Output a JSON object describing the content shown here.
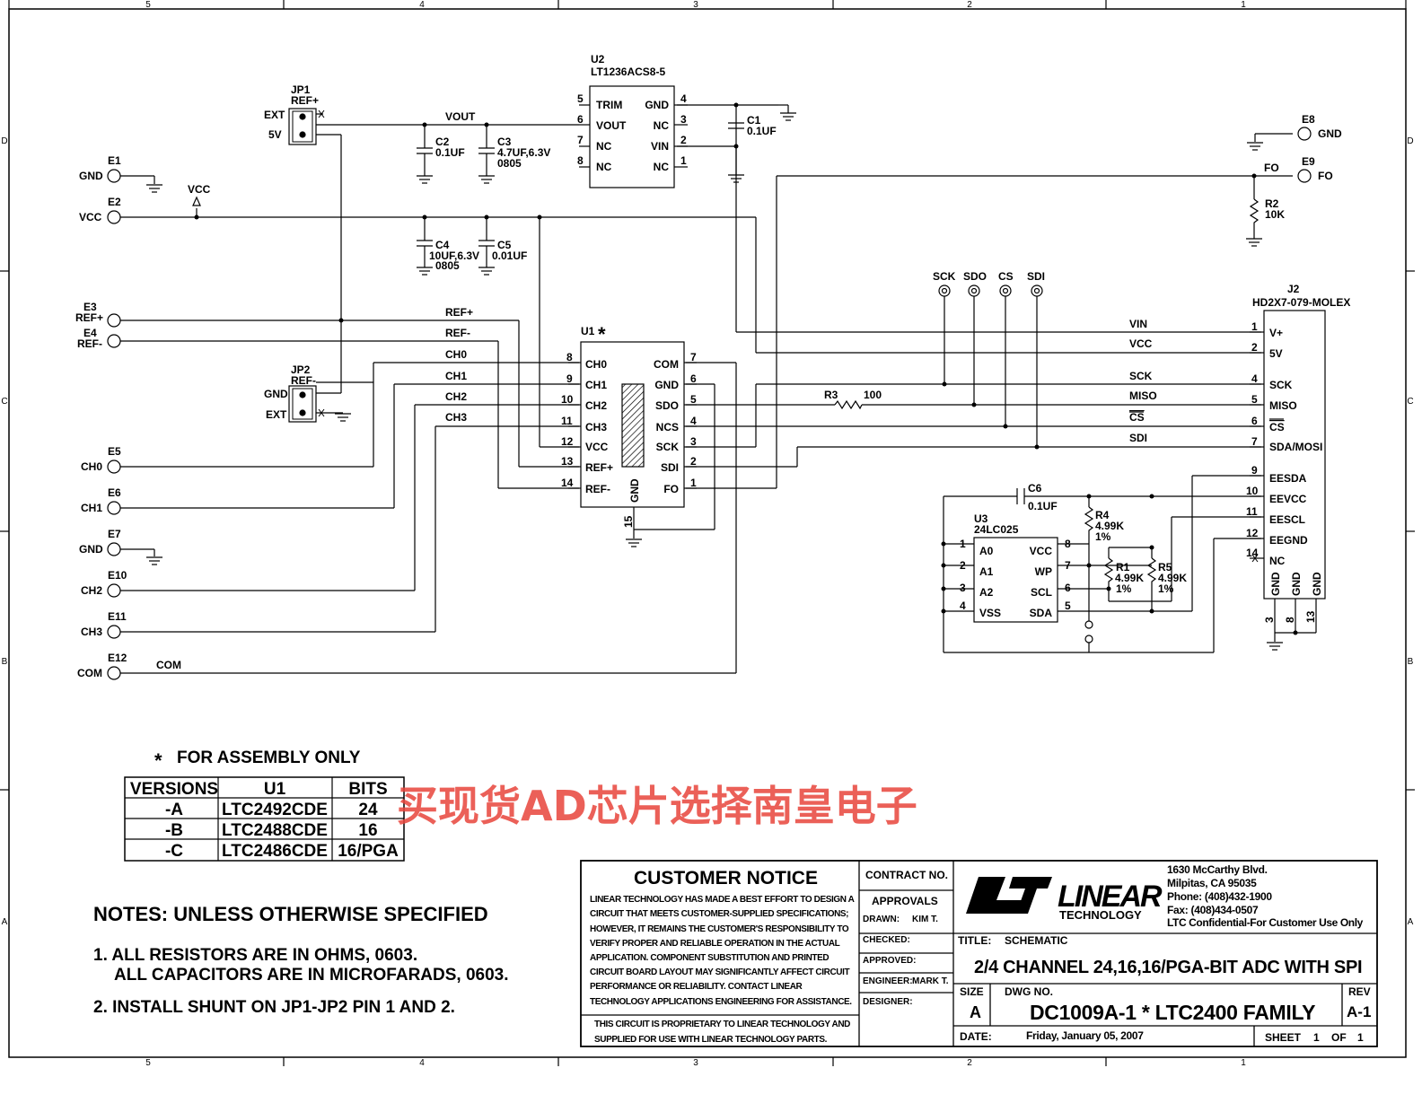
{
  "border": {
    "zones_top": [
      "5",
      "4",
      "3",
      "2",
      "1"
    ],
    "zones_side": [
      "D",
      "C",
      "B",
      "A"
    ]
  },
  "jumpers": {
    "jp1": {
      "ref": "JP1",
      "name": "REF+",
      "ext": "EXT",
      "v5": "5V"
    },
    "jp2": {
      "ref": "JP2",
      "name": "REF-",
      "gnd": "GND",
      "ext": "EXT"
    }
  },
  "terminals": [
    {
      "ref": "E1",
      "label": "GND"
    },
    {
      "ref": "E2",
      "label": "VCC"
    },
    {
      "ref": "E3",
      "label": "REF+"
    },
    {
      "ref": "E4",
      "label": "REF-"
    },
    {
      "ref": "E5",
      "label": "CH0"
    },
    {
      "ref": "E6",
      "label": "CH1"
    },
    {
      "ref": "E7",
      "label": "GND"
    },
    {
      "ref": "E10",
      "label": "CH2"
    },
    {
      "ref": "E11",
      "label": "CH3"
    },
    {
      "ref": "E12",
      "label": "COM"
    },
    {
      "ref": "E8",
      "label": "GND"
    },
    {
      "ref": "E9",
      "label": "FO"
    }
  ],
  "nets": {
    "vout": "VOUT",
    "vcc": "VCC",
    "refp": "REF+",
    "refm": "REF-",
    "ch0": "CH0",
    "ch1": "CH1",
    "ch2": "CH2",
    "ch3": "CH3",
    "com": "COM",
    "fo": "FO",
    "vin": "VIN",
    "sck": "SCK",
    "miso": "MISO",
    "cs": "CS",
    "sdi": "SDI",
    "sdo": "SDO"
  },
  "u2": {
    "ref": "U2",
    "part": "LT1236ACS8-5",
    "left": [
      {
        "n": "5",
        "name": "TRIM"
      },
      {
        "n": "6",
        "name": "VOUT"
      },
      {
        "n": "7",
        "name": "NC"
      },
      {
        "n": "8",
        "name": "NC"
      }
    ],
    "right": [
      {
        "n": "4",
        "name": "GND"
      },
      {
        "n": "3",
        "name": "NC"
      },
      {
        "n": "2",
        "name": "VIN"
      },
      {
        "n": "1",
        "name": "NC"
      }
    ]
  },
  "u1": {
    "ref": "U1",
    "star": "*",
    "left": [
      {
        "n": "8",
        "name": "CH0"
      },
      {
        "n": "9",
        "name": "CH1"
      },
      {
        "n": "10",
        "name": "CH2"
      },
      {
        "n": "11",
        "name": "CH3"
      },
      {
        "n": "12",
        "name": "VCC"
      },
      {
        "n": "13",
        "name": "REF+"
      },
      {
        "n": "14",
        "name": "REF-"
      }
    ],
    "right": [
      {
        "n": "7",
        "name": "COM"
      },
      {
        "n": "6",
        "name": "GND"
      },
      {
        "n": "5",
        "name": "SDO"
      },
      {
        "n": "4",
        "name": "NCS"
      },
      {
        "n": "3",
        "name": "SCK"
      },
      {
        "n": "2",
        "name": "SDI"
      },
      {
        "n": "1",
        "name": "FO"
      }
    ],
    "gnd": "GND",
    "gnd_pin": "15"
  },
  "u3": {
    "ref": "U3",
    "part": "24LC025",
    "left": [
      {
        "n": "1",
        "name": "A0"
      },
      {
        "n": "2",
        "name": "A1"
      },
      {
        "n": "3",
        "name": "A2"
      },
      {
        "n": "4",
        "name": "VSS"
      }
    ],
    "right": [
      {
        "n": "8",
        "name": "VCC"
      },
      {
        "n": "7",
        "name": "WP"
      },
      {
        "n": "6",
        "name": "SCL"
      },
      {
        "n": "5",
        "name": "SDA"
      }
    ]
  },
  "j2": {
    "ref": "J2",
    "part": "HD2X7-079-MOLEX",
    "pins": [
      {
        "n": "1",
        "name": "V+"
      },
      {
        "n": "2",
        "name": "5V"
      },
      {
        "n": "4",
        "name": "SCK"
      },
      {
        "n": "5",
        "name": "MISO"
      },
      {
        "n": "6",
        "name": "CS"
      },
      {
        "n": "7",
        "name": "SDA/MOSI"
      },
      {
        "n": "9",
        "name": "EESDA"
      },
      {
        "n": "10",
        "name": "EEVCC"
      },
      {
        "n": "11",
        "name": "EESCL"
      },
      {
        "n": "12",
        "name": "EEGND"
      },
      {
        "n": "14",
        "name": "NC"
      }
    ],
    "gnds": [
      "GND",
      "GND",
      "GND"
    ],
    "gnd_pins": [
      "3",
      "8",
      "13"
    ]
  },
  "caps": {
    "c1": {
      "ref": "C1",
      "val": "0.1UF"
    },
    "c2": {
      "ref": "C2",
      "val": "0.1UF"
    },
    "c3": {
      "ref": "C3",
      "val": "4.7UF,6.3V",
      "pkg": "0805"
    },
    "c4": {
      "ref": "C4",
      "val": "10UF,6.3V",
      "pkg": "0805"
    },
    "c5": {
      "ref": "C5",
      "val": "0.01UF"
    },
    "c6": {
      "ref": "C6",
      "val": "0.1UF"
    }
  },
  "res": {
    "r1": {
      "ref": "R1",
      "val": "4.99K",
      "tol": "1%"
    },
    "r2": {
      "ref": "R2",
      "val": "10K"
    },
    "r3": {
      "ref": "R3",
      "val": "100"
    },
    "r4": {
      "ref": "R4",
      "val": "4.99K",
      "tol": "1%"
    },
    "r5": {
      "ref": "R5",
      "val": "4.99K",
      "tol": "1%"
    }
  },
  "vcc_flag": "VCC",
  "testpoints": [
    "SCK",
    "SDO",
    "CS",
    "SDI"
  ],
  "assembly_note": "FOR ASSEMBLY ONLY",
  "versions_table": {
    "headers": [
      "VERSIONS",
      "U1",
      "BITS"
    ],
    "rows": [
      [
        "-A",
        "LTC2492CDE",
        "24"
      ],
      [
        "-B",
        "LTC2488CDE",
        "16"
      ],
      [
        "-C",
        "LTC2486CDE",
        "16/PGA"
      ]
    ]
  },
  "watermark": "买现货AD芯片选择南皇电子",
  "notes": {
    "title": "NOTES:  UNLESS OTHERWISE SPECIFIED",
    "n1a": "1.  ALL RESISTORS ARE IN OHMS, 0603.",
    "n1b": "ALL CAPACITORS ARE IN MICROFARADS, 0603.",
    "n2": "2.  INSTALL SHUNT ON JP1-JP2 PIN 1 AND 2."
  },
  "customer_notice": {
    "title": "CUSTOMER NOTICE",
    "lines": [
      "LINEAR TECHNOLOGY HAS MADE A BEST EFFORT TO DESIGN A",
      "CIRCUIT THAT MEETS CUSTOMER-SUPPLIED SPECIFICATIONS;",
      "HOWEVER, IT REMAINS THE CUSTOMER'S RESPONSIBILITY TO",
      "VERIFY PROPER AND RELIABLE OPERATION IN THE ACTUAL",
      "APPLICATION.  COMPONENT SUBSTITUTION AND PRINTED",
      "CIRCUIT BOARD LAYOUT MAY SIGNIFICANTLY AFFECT CIRCUIT",
      "PERFORMANCE OR RELIABILITY.  CONTACT LINEAR",
      "TECHNOLOGY APPLICATIONS ENGINEERING FOR ASSISTANCE."
    ],
    "footer": [
      "THIS CIRCUIT IS PROPRIETARY TO LINEAR TECHNOLOGY AND",
      "SUPPLIED FOR USE WITH LINEAR TECHNOLOGY PARTS."
    ]
  },
  "title_block": {
    "contract": "CONTRACT NO.",
    "approvals": "APPROVALS",
    "drawn": "DRAWN:",
    "drawn_by": "KIM T.",
    "checked": "CHECKED:",
    "approved": "APPROVED:",
    "engineer": "ENGINEER:",
    "engineer_name": "MARK T.",
    "designer": "DESIGNER:",
    "logo_name": "LINEAR",
    "logo_sub": "TECHNOLOGY",
    "address": [
      "1630 McCarthy Blvd.",
      "Milpitas, CA 95035",
      "Phone: (408)432-1900",
      "Fax: (408)434-0507",
      "LTC Confidential-For Customer Use Only"
    ],
    "title_label": "TITLE:",
    "title_value": "SCHEMATIC",
    "title_main": "2/4 CHANNEL 24,16,16/PGA-BIT ADC WITH SPI",
    "size_label": "SIZE",
    "size": "A",
    "dwg_label": "DWG NO.",
    "dwg": "DC1009A-1 * LTC2400 FAMILY",
    "rev_label": "REV",
    "rev": "A-1",
    "date_label": "DATE:",
    "date": "Friday, January 05, 2007",
    "sheet_label": "SHEET",
    "sheet": "1",
    "of_label": "OF",
    "of": "1"
  }
}
